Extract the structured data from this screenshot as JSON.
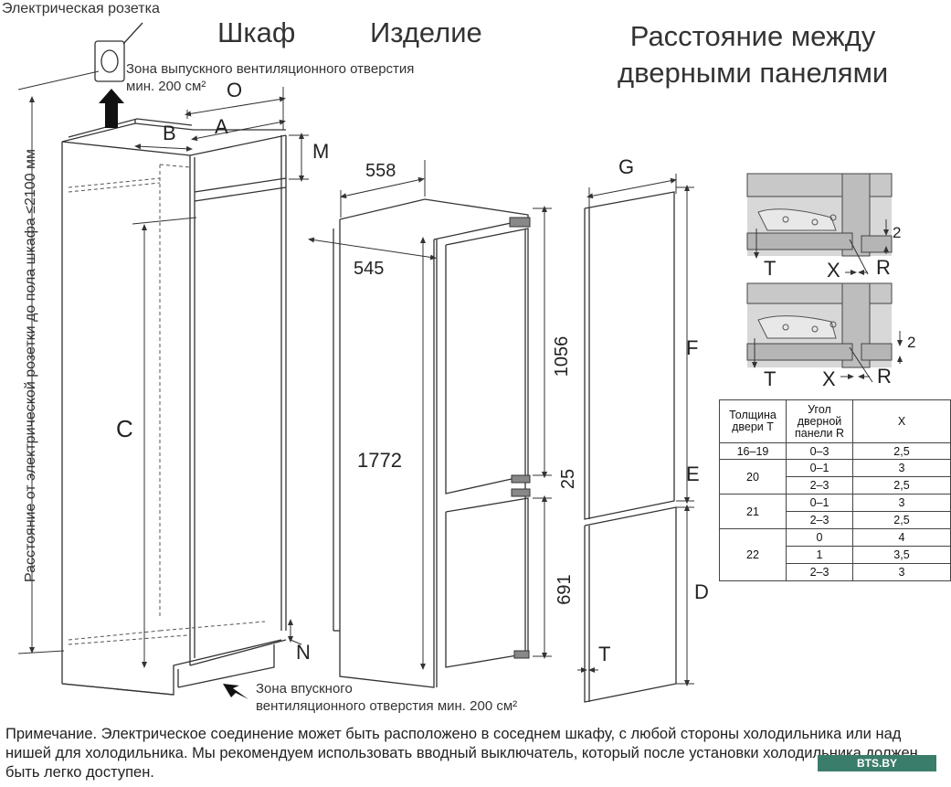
{
  "headings": {
    "cabinet": "Шкаф",
    "product": "Изделие",
    "door_distance": "Расстояние между\nдверными панелями"
  },
  "labels": {
    "socket": "Электрическая розетка",
    "exhaust_zone": "Зона выпускного вентиляционного отверстия\nмин. 200 см²",
    "intake_zone": "Зона впускного\nвентиляционного отверстия мин. 200 см²",
    "vertical_distance": "Расстояние от электрической розетки до пола шкафа ≤2100 мм"
  },
  "cabinet_letters": {
    "A": "A",
    "B": "B",
    "O": "O",
    "M": "M",
    "C": "C",
    "N": "N"
  },
  "product_dims": {
    "width": "558",
    "depth": "545",
    "height": "1772",
    "upper": "1056",
    "gap": "25",
    "lower": "691"
  },
  "door_letters": {
    "G": "G",
    "F": "F",
    "E": "E",
    "D": "D",
    "T": "T"
  },
  "detail_letters": {
    "T1": "T",
    "X1": "X",
    "R1": "R",
    "v1": "2",
    "T2": "T",
    "X2": "X",
    "R2": "R",
    "v2": "2"
  },
  "table": {
    "headers": [
      "Толщина двери T",
      "Угол дверной панели R",
      "X"
    ],
    "rows": [
      [
        "16–19",
        "0–3",
        "2,5"
      ],
      [
        "20",
        "0–1",
        "3"
      ],
      [
        "",
        "2–3",
        "2,5"
      ],
      [
        "21",
        "0–1",
        "3"
      ],
      [
        "",
        "2–3",
        "2,5"
      ],
      [
        "22",
        "0",
        "4"
      ],
      [
        "",
        "1",
        "3,5"
      ],
      [
        "",
        "2–3",
        "3"
      ]
    ]
  },
  "note": "Примечание. Электрическое соединение может быть расположено в соседнем шкафу, с любой стороны холодильника или над нишей для холодильника. Мы рекомендуем использовать вводный выключатель, который после установки холодильника должен быть легко доступен.",
  "watermark": "BTS.BY"
}
